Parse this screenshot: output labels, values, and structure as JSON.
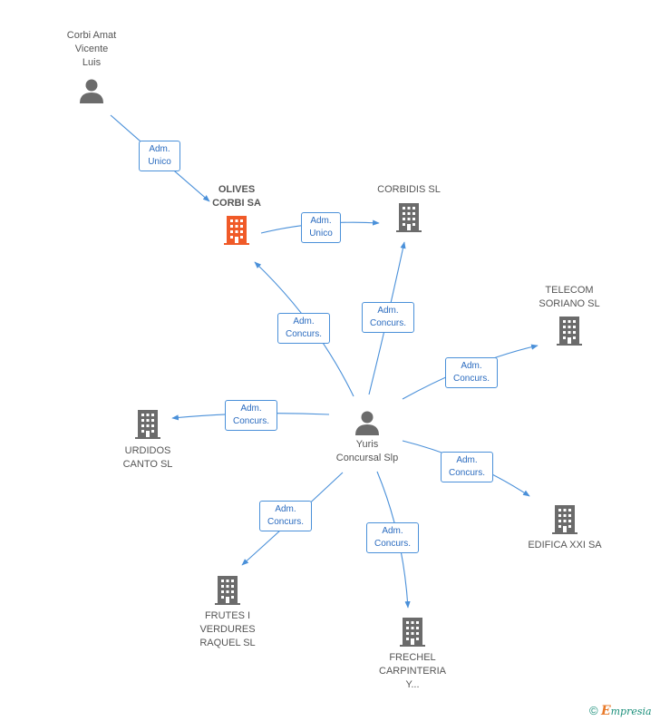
{
  "colors": {
    "edge": "#4a90d9",
    "person": "#6b6b6b",
    "company": "#6b6b6b",
    "focus_company": "#f05a28"
  },
  "nodes": {
    "corbi_amat": {
      "label": [
        "Corbi Amat",
        "Vicente",
        "Luis"
      ],
      "icon": "person-icon"
    },
    "olives_corbi": {
      "label": [
        "OLIVES",
        "CORBI SA"
      ],
      "icon": "building-icon"
    },
    "corbidis": {
      "label": [
        "CORBIDIS SL"
      ],
      "icon": "building-icon"
    },
    "telecom_soriano": {
      "label": [
        "TELECOM",
        "SORIANO  SL"
      ],
      "icon": "building-icon"
    },
    "urdidos_canto": {
      "label": [
        "URDIDOS",
        "CANTO SL"
      ],
      "icon": "building-icon"
    },
    "yuris": {
      "label": [
        "Yuris",
        "Concursal Slp"
      ],
      "icon": "person-icon"
    },
    "edifica_xxi": {
      "label": [
        "EDIFICA XXI SA"
      ],
      "icon": "building-icon"
    },
    "frutes": {
      "label": [
        "FRUTES I",
        "VERDURES",
        "RAQUEL SL"
      ],
      "icon": "building-icon"
    },
    "frechel": {
      "label": [
        "FRECHEL",
        "CARPINTERIA",
        "Y..."
      ],
      "icon": "building-icon"
    }
  },
  "edges": {
    "corbi_olives": [
      "Adm.",
      "Unico"
    ],
    "olives_corbidis": [
      "Adm.",
      "Unico"
    ],
    "yuris_olives": [
      "Adm.",
      "Concurs."
    ],
    "yuris_corbidis": [
      "Adm.",
      "Concurs."
    ],
    "yuris_telecom": [
      "Adm.",
      "Concurs."
    ],
    "yuris_urdidos": [
      "Adm.",
      "Concurs."
    ],
    "yuris_edifica": [
      "Adm.",
      "Concurs."
    ],
    "yuris_frutes": [
      "Adm.",
      "Concurs."
    ],
    "yuris_frechel": [
      "Adm.",
      "Concurs."
    ]
  },
  "footer": {
    "copyright": "©",
    "brand_initial": "E",
    "brand_rest": "mpresia"
  }
}
